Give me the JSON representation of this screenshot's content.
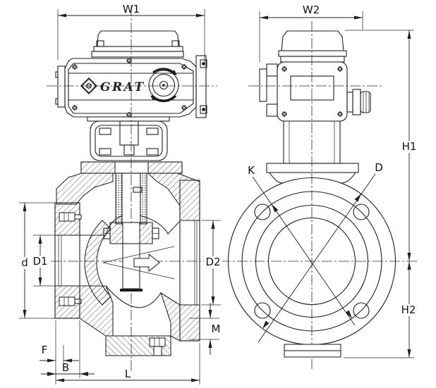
{
  "branding": {
    "logo_text": "GRAT"
  },
  "dimension_labels": {
    "w1": "W1",
    "w2": "W2",
    "h1": "H1",
    "h2": "H2",
    "d_lower": "d",
    "d1": "D1",
    "d2": "D2",
    "k": "K",
    "d_upper": "D",
    "m": "M",
    "f": "F",
    "b": "B",
    "l": "L"
  },
  "icons": {
    "logo": "grat-diamond-logo",
    "dial": "manual-override-dial",
    "flow": "flow-direction-arrow"
  },
  "colors": {
    "line": "#1f1f1f",
    "background": "#ffffff"
  }
}
